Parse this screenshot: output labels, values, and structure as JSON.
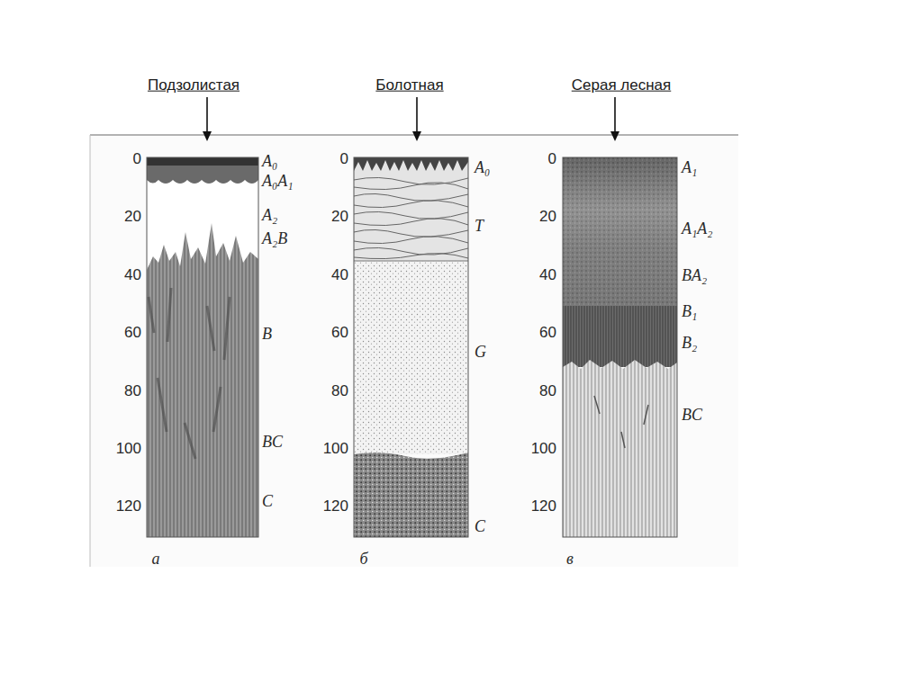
{
  "diagram": {
    "labels": [
      "Подзолистая",
      "Болотная",
      "Серая лесная",
      "0",
      "20",
      "40",
      "60",
      "80",
      "100",
      "120",
      "A₀",
      "A₀A₁",
      "A₂",
      "A₂B",
      "B",
      "BC",
      "C",
      "а",
      "0",
      "20",
      "40",
      "60",
      "80",
      "100",
      "120",
      "A₀",
      "T",
      "G",
      "C",
      "б",
      "0",
      "20",
      "40",
      "60",
      "80",
      "100",
      "120",
      "A₁",
      "A₁A₂",
      "BA₂",
      "B₁",
      "B₂",
      "BC",
      "в"
    ]
  }
}
